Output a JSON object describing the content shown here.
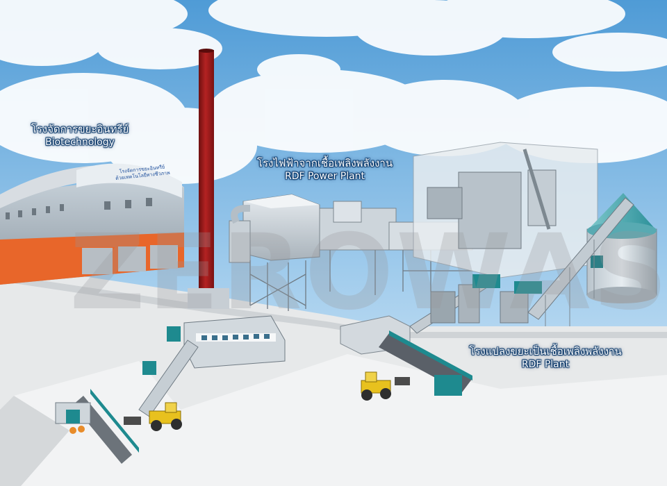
{
  "labels": {
    "biotech": {
      "thai": "โรงจัดการขยะอินทรีย์",
      "english": "Biotechnology"
    },
    "power_plant": {
      "thai": "โรงไฟฟ้าจากเชื้อเพลิงพลังงาน",
      "english": "RDF Power Plant"
    },
    "rdf_plant": {
      "thai": "โรงแปลงขยะเป็นเชื้อเพลิงพลังงาน",
      "english": "RDF Plant"
    }
  },
  "building_sign": {
    "line1": "โรงจัดการขยะอินทรีย์",
    "line2": "ด้วยเทคโนโลยีทางชีวภาพ"
  },
  "watermark": "ZEROWASTE",
  "colors": {
    "sky_top": "#5ea6db",
    "sky_bottom": "#cfe6f6",
    "chimney": "#9e1b1b",
    "building_orange": "#e8662a",
    "machinery_teal": "#1e8a8f",
    "loader_yellow": "#e8c11e",
    "ground": "#dcdcdc"
  }
}
